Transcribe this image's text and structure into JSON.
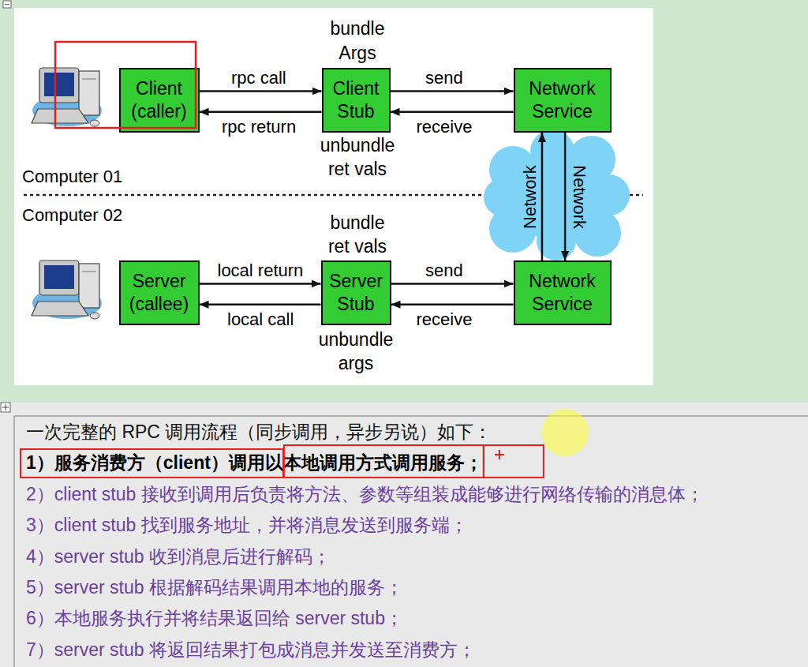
{
  "diagram": {
    "nodes": [
      {
        "text": [
          "Client (caller)"
        ]
      },
      {
        "text": [
          "Client Stub"
        ]
      },
      {
        "text": [
          "Network Service"
        ]
      },
      {
        "text": [
          "Server (callee)"
        ]
      },
      {
        "text": [
          "Server Stub"
        ]
      },
      {
        "text": [
          "Network Service"
        ]
      }
    ],
    "edges": [
      {
        "from": 0,
        "to": 1,
        "label": "rpc call",
        "arrow": "to"
      },
      {
        "from": 1,
        "to": 0,
        "label": "rpc return",
        "arrow": "to"
      },
      {
        "from": 1,
        "to": 2,
        "label": "send",
        "arrow": "to"
      },
      {
        "from": 2,
        "to": 1,
        "label": "receive",
        "arrow": "to"
      },
      {
        "from": 5,
        "to": 2,
        "label": "Network",
        "arrow": "to"
      },
      {
        "from": 2,
        "to": 5,
        "label": "Network",
        "arrow": "to"
      },
      {
        "from": 3,
        "to": 4,
        "label": "local return",
        "arrow": "to"
      },
      {
        "from": 4,
        "to": 3,
        "label": "local call",
        "arrow": "to"
      },
      {
        "from": 4,
        "to": 5,
        "label": "send",
        "arrow": "to"
      },
      {
        "from": 5,
        "to": 4,
        "label": "receive",
        "arrow": "to"
      }
    ],
    "labels": [
      "bundle Args",
      "unbundle ret vals",
      "Computer 01",
      "Computer 02",
      "bundle ret vals",
      "unbundle args",
      "一次完整的 RPC 调用流程（同步调用，异步另说）如下：",
      "1）服务消费方（client）调用以本地调用方式调用服务；",
      "2）client stub 接收到调用后负责将方法、参数等组装成能够进行网络传输的消息体；",
      "3）client stub 找到服务地址，并将消息发送到服务端；",
      "4）server stub 收到消息后进行解码；",
      "5）server stub 根据解码结果调用本地的服务；",
      "6）本地服务执行并将结果返回给 server stub；",
      "7）server stub 将返回结果打包成消息并发送至消费方；"
    ]
  }
}
